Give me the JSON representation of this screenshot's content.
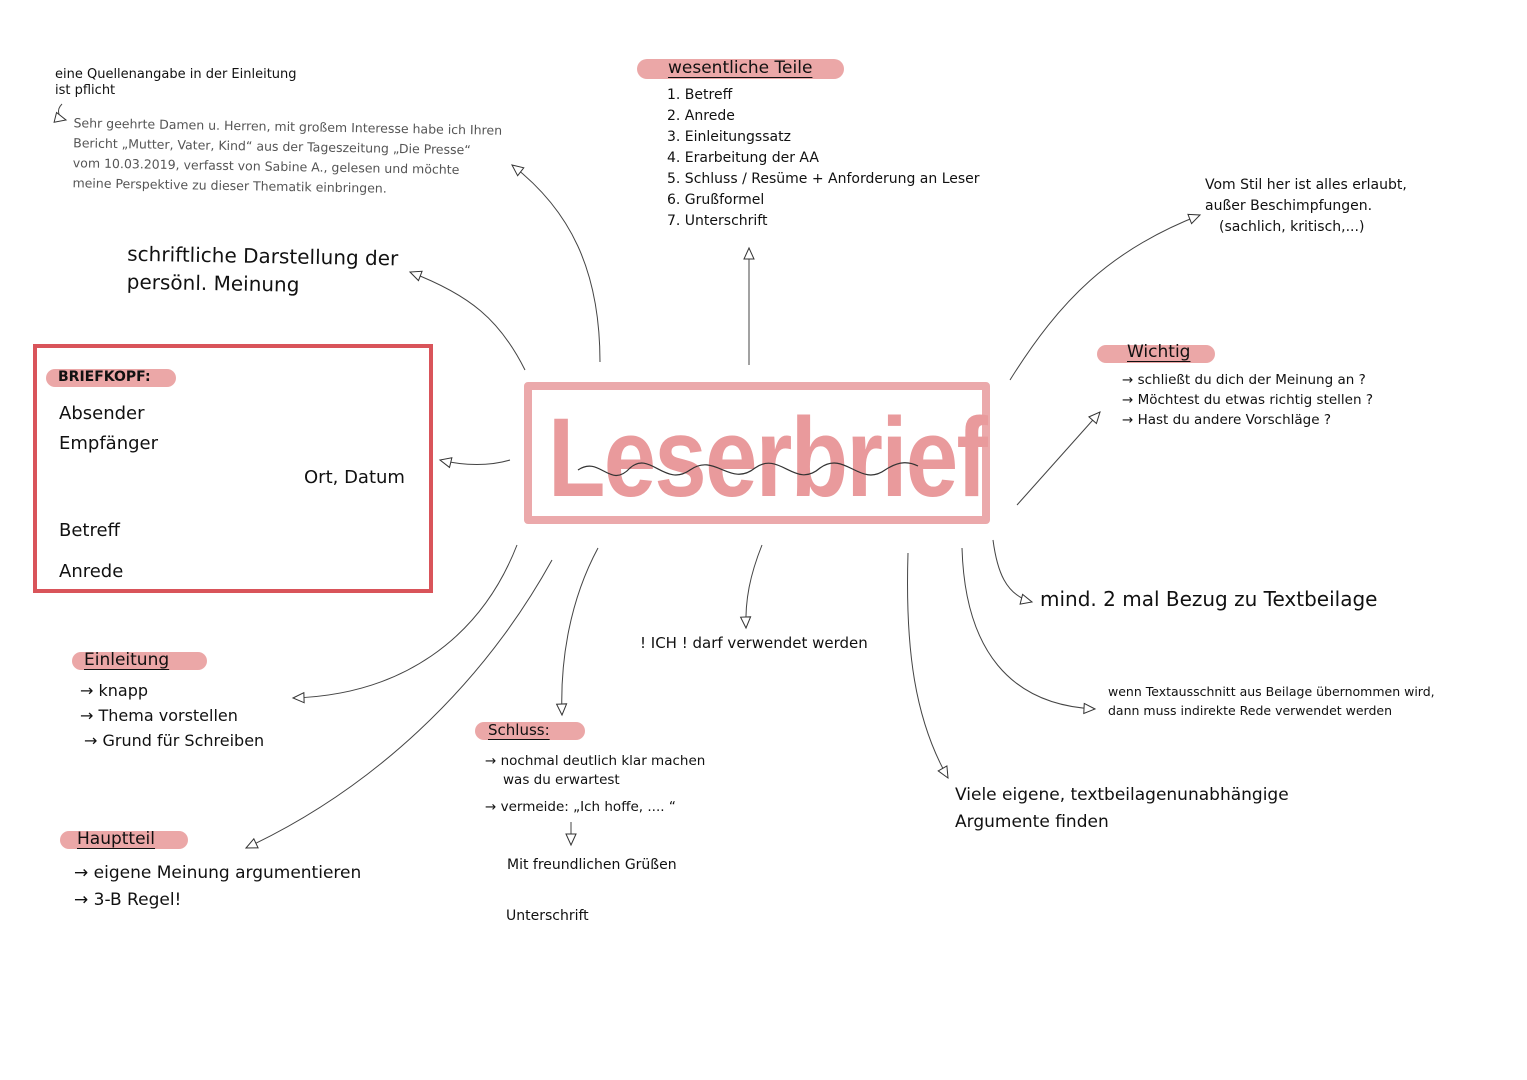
{
  "center": {
    "title": "Leserbrief",
    "accent": "#e99a9c"
  },
  "source_note": {
    "title": "eine Quellenangabe in der Einleitung ist pflicht",
    "example": [
      "Sehr geehrte Damen u. Herren, mit großem Interesse habe ich Ihren",
      "Bericht „Mutter, Vater, Kind“ aus der Tageszeitung „Die Presse“",
      "vom 10.03.2019, verfasst von Sabine A., gelesen und möchte",
      "meine Perspektive zu dieser Thematik einbringen."
    ]
  },
  "definition": [
    "schriftliche Darstellung der",
    "persönl. Meinung"
  ],
  "wesentliche_teile": {
    "heading": "wesentliche Teile",
    "items": [
      "1. Betreff",
      "2. Anrede",
      "3. Einleitungssatz",
      "4. Erarbeitung der AA",
      "5. Schluss / Resüme + Anforderung an Leser",
      "6. Grußformel",
      "7. Unterschrift"
    ]
  },
  "stil": [
    "Vom Stil her ist alles erlaubt,",
    "außer Beschimpfungen.",
    "(sachlich, kritisch,...)"
  ],
  "wichtig": {
    "heading": "Wichtig",
    "items": [
      "→ schließt du dich der Meinung an ?",
      "→ Möchtest du etwas richtig stellen ?",
      "→ Hast du andere Vorschläge ?"
    ]
  },
  "briefkopf": {
    "heading": "BRIEFKOPF:",
    "absender": "Absender",
    "empfaenger": "Empfänger",
    "ort_datum": "Ort, Datum",
    "betreff": "Betreff",
    "anrede": "Anrede",
    "border_color": "#d9545a"
  },
  "einleitung": {
    "heading": "Einleitung",
    "items": [
      "→ knapp",
      "→ Thema vorstellen",
      "→ Grund für Schreiben"
    ]
  },
  "hauptteil": {
    "heading": "Hauptteil",
    "items": [
      "→ eigene Meinung argumentieren",
      "→ 3-B Regel!"
    ]
  },
  "ich": "! ICH ! darf verwendet werden",
  "schluss": {
    "heading": "Schluss:",
    "items": [
      "→ nochmal deutlich klar machen",
      "was du erwartest",
      "→ vermeide: „Ich hoffe, .... “"
    ],
    "gruss": "Mit freundlichen Grüßen",
    "unterschrift": "Unterschrift"
  },
  "textbeilage": "mind. 2 mal Bezug zu Textbeilage",
  "indirekte_rede": [
    "wenn Textausschnitt aus Beilage übernommen wird,",
    "dann muss indirekte Rede verwendet werden"
  ],
  "argumente": [
    "Viele eigene, textbeilagenunabhängige",
    "Argumente finden"
  ],
  "highlight_color": "#eba7a7"
}
